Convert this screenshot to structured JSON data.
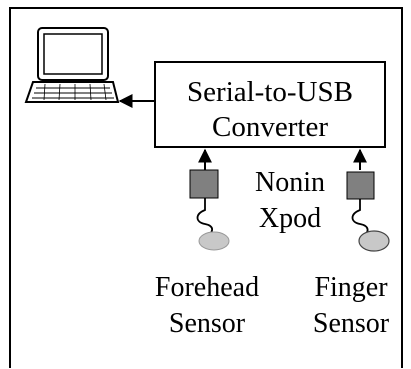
{
  "converter": {
    "line1": "Serial-to-USB",
    "line2": "Converter"
  },
  "pod": {
    "line1": "Nonin",
    "line2": "Xpod"
  },
  "sensors": [
    {
      "line1": "Forehead",
      "line2": "Sensor"
    },
    {
      "line1": "Finger",
      "line2": "Sensor"
    }
  ],
  "colors": {
    "stroke": "#000000",
    "pod_fill": "#808080",
    "sensor_fill": "#c8c8c8",
    "laptop_screen": "#ffffff"
  },
  "icons": [
    "laptop-icon"
  ]
}
